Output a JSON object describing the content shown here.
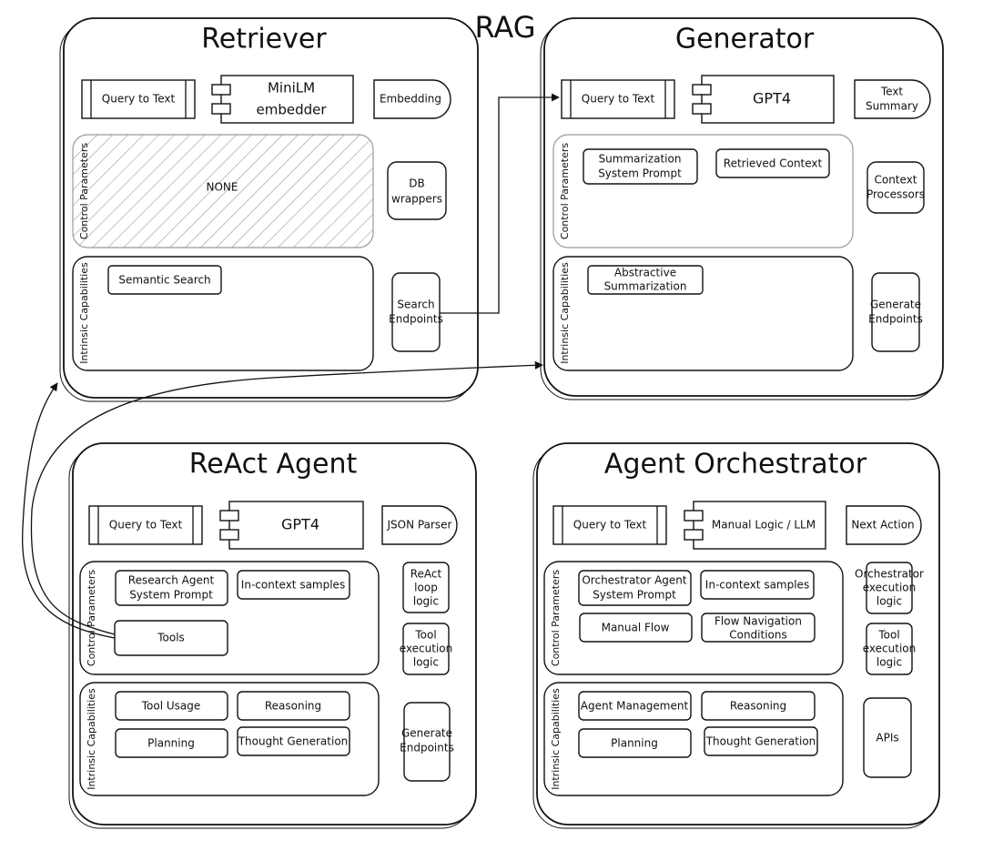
{
  "title": "RAG",
  "retriever": {
    "title": "Retriever",
    "input": "Query to Text",
    "model": "MiniLM embedder",
    "output": "Embedding",
    "control_label": "Control Parameters",
    "control_none": "NONE",
    "wrapper": "DB wrappers",
    "intrinsic_label": "Intrinsic Capabilities",
    "capability": "Semantic Search",
    "endpoints": "Search Endpoints"
  },
  "generator": {
    "title": "Generator",
    "input": "Query to Text",
    "model": "GPT4",
    "output": "Text Summary",
    "control_label": "Control Parameters",
    "prompt": "Summarization System Prompt",
    "context": "Retrieved Context",
    "processors": "Context Processors",
    "intrinsic_label": "Intrinsic Capabilities",
    "capability": "Abstractive Summarization",
    "endpoints": "Generate Endpoints"
  },
  "react": {
    "title": "ReAct Agent",
    "input": "Query to Text",
    "model": "GPT4",
    "output": "JSON Parser",
    "control_label": "Control Parameters",
    "prompt": "Research Agent System Prompt",
    "samples": "In-context samples",
    "tools": "Tools",
    "loop": "ReAct loop logic",
    "execution": "Tool execution logic",
    "intrinsic_label": "Intrinsic Capabilities",
    "cap1": "Tool Usage",
    "cap2": "Reasoning",
    "cap3": "Planning",
    "cap4": "Thought Generation",
    "endpoints": "Generate Endpoints"
  },
  "orchestrator": {
    "title": "Agent Orchestrator",
    "input": "Query to Text",
    "model": "Manual Logic / LLM",
    "output": "Next Action",
    "control_label": "Control Parameters",
    "prompt": "Orchestrator Agent System Prompt",
    "samples": "In-context samples",
    "flow": "Manual Flow",
    "conditions": "Flow Navigation Conditions",
    "exec1": "Orchestrator execution logic",
    "exec2": "Tool execution logic",
    "intrinsic_label": "Intrinsic Capabilities",
    "cap1": "Agent Management",
    "cap2": "Reasoning",
    "cap3": "Planning",
    "cap4": "Thought Generation",
    "apis": "APIs"
  }
}
